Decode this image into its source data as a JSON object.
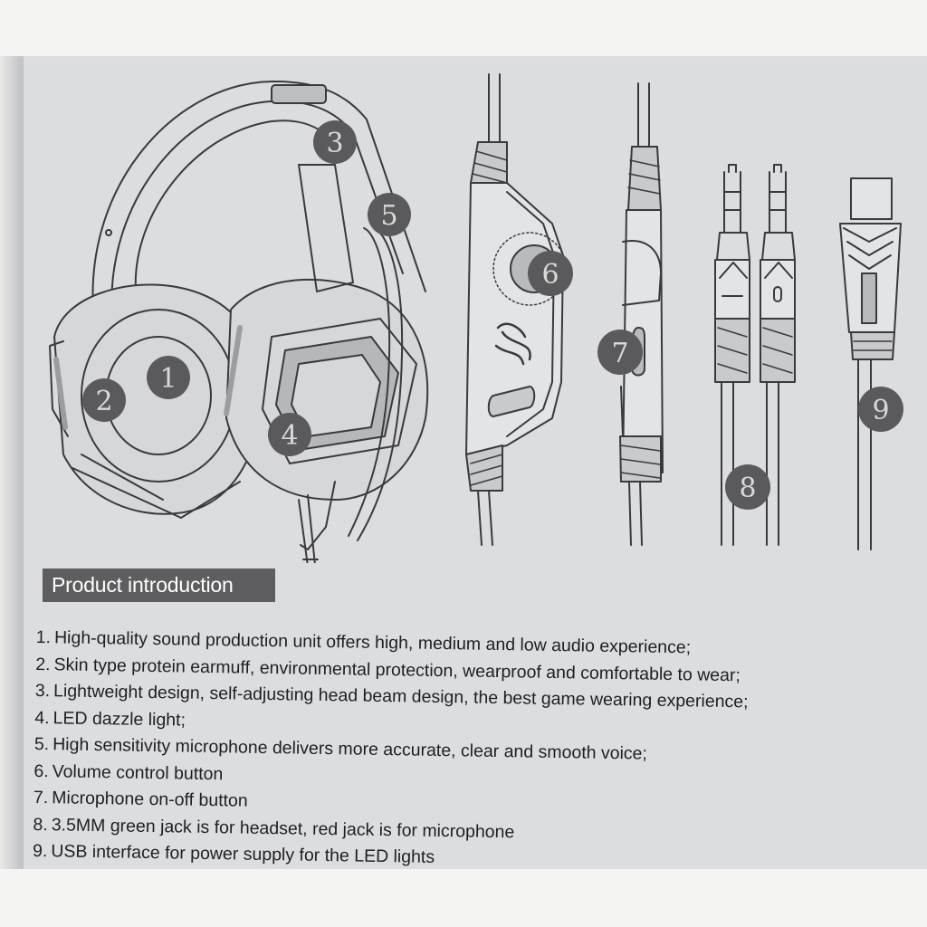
{
  "callouts": [
    "1",
    "2",
    "3",
    "4",
    "5",
    "6",
    "7",
    "8",
    "9"
  ],
  "header": {
    "title": "Product introduction"
  },
  "features": [
    {
      "num": "1.",
      "text": "High-quality sound production unit offers high, medium and low audio experience;"
    },
    {
      "num": "2.",
      "text": "Skin type protein earmuff, environmental protection, wearproof and comfortable to wear;"
    },
    {
      "num": "3.",
      "text": "Lightweight design, self-adjusting head beam design, the best game wearing experience;"
    },
    {
      "num": "4.",
      "text": "LED dazzle light;"
    },
    {
      "num": "5.",
      "text": "High sensitivity microphone delivers more accurate, clear and smooth voice;"
    },
    {
      "num": "6.",
      "text": "Volume control button"
    },
    {
      "num": "7.",
      "text": "Microphone on-off button"
    },
    {
      "num": "8.",
      "text": "3.5MM green jack is for headset, red jack is for microphone"
    },
    {
      "num": "9.",
      "text": "USB interface for power supply for the LED lights"
    }
  ],
  "colors": {
    "panel": "#dcdde0",
    "callout": "#5a5a5c",
    "header_bg": "#5e5e60",
    "line": "#3a3a3c"
  }
}
